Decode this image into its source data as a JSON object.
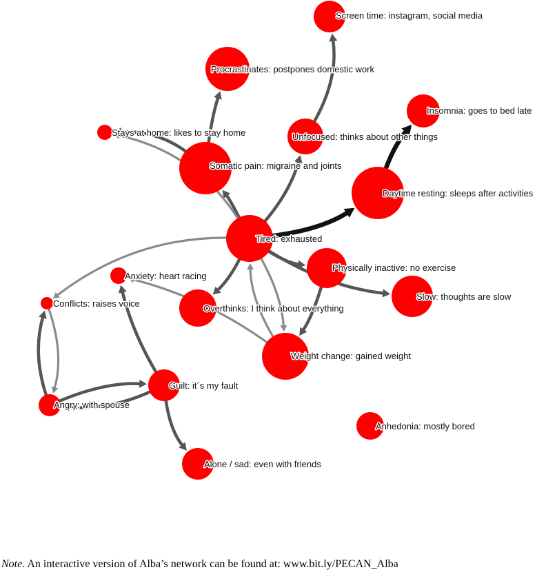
{
  "network": {
    "node_color": "#ff0000",
    "nodes": [
      {
        "id": "screen",
        "label": "Screen time: instagram, social media"
      },
      {
        "id": "procr",
        "label": "Procrastinates: postpones domestic work"
      },
      {
        "id": "insomnia",
        "label": "Insomnia: goes to bed late"
      },
      {
        "id": "stays",
        "label": "Stays at home: likes to stay home"
      },
      {
        "id": "unfocused",
        "label": "Unfocused: thinks about other things"
      },
      {
        "id": "somatic",
        "label": "Somatic pain: migraine and joints"
      },
      {
        "id": "daytime",
        "label": "Daytime resting: sleeps after activities"
      },
      {
        "id": "tired",
        "label": "Tired: exhausted"
      },
      {
        "id": "phys",
        "label": "Physically inactive: no exercise"
      },
      {
        "id": "anxiety",
        "label": "Anxiety: heart racing"
      },
      {
        "id": "slow",
        "label": "Slow: thoughts are slow"
      },
      {
        "id": "conflicts",
        "label": "Conflicts: raises voice"
      },
      {
        "id": "overthinks",
        "label": "Overthinks: I think about everything"
      },
      {
        "id": "weight",
        "label": "Weight change: gained weight"
      },
      {
        "id": "guilt",
        "label": "Guilt: it´s my fault"
      },
      {
        "id": "angry",
        "label": "Angry: with spouse"
      },
      {
        "id": "anhedonia",
        "label": "Anhedonia: mostly bored"
      },
      {
        "id": "alone",
        "label": "Alone / sad: even with friends"
      }
    ],
    "edges": [
      {
        "from": "tired",
        "to": "daytime",
        "strength": "strong"
      },
      {
        "from": "tired",
        "to": "somatic",
        "strength": "medium"
      },
      {
        "from": "somatic",
        "to": "procr",
        "strength": "medium"
      },
      {
        "from": "somatic",
        "to": "stays",
        "strength": "medium"
      },
      {
        "from": "tired",
        "to": "stays",
        "strength": "weak"
      },
      {
        "from": "tired",
        "to": "unfocused",
        "strength": "medium"
      },
      {
        "from": "unfocused",
        "to": "screen",
        "strength": "medium"
      },
      {
        "from": "daytime",
        "to": "insomnia",
        "strength": "strong"
      },
      {
        "from": "tired",
        "to": "phys",
        "strength": "medium"
      },
      {
        "from": "tired",
        "to": "slow",
        "strength": "medium"
      },
      {
        "from": "tired",
        "to": "overthinks",
        "strength": "medium"
      },
      {
        "from": "tired",
        "to": "weight",
        "strength": "weak"
      },
      {
        "from": "weight",
        "to": "tired",
        "strength": "weak"
      },
      {
        "from": "phys",
        "to": "weight",
        "strength": "medium"
      },
      {
        "from": "tired",
        "to": "conflicts",
        "strength": "weak"
      },
      {
        "from": "weight",
        "to": "anxiety",
        "strength": "weak"
      },
      {
        "from": "guilt",
        "to": "anxiety",
        "strength": "medium"
      },
      {
        "from": "angry",
        "to": "conflicts",
        "strength": "medium"
      },
      {
        "from": "conflicts",
        "to": "angry",
        "strength": "weak"
      },
      {
        "from": "angry",
        "to": "guilt",
        "strength": "medium"
      },
      {
        "from": "guilt",
        "to": "angry",
        "strength": "medium"
      },
      {
        "from": "guilt",
        "to": "alone",
        "strength": "medium"
      }
    ]
  },
  "note": {
    "prefix": "Note",
    "text": ". An interactive version of Alba’s network can be found at: www.bit.ly/PECAN_Alba"
  }
}
